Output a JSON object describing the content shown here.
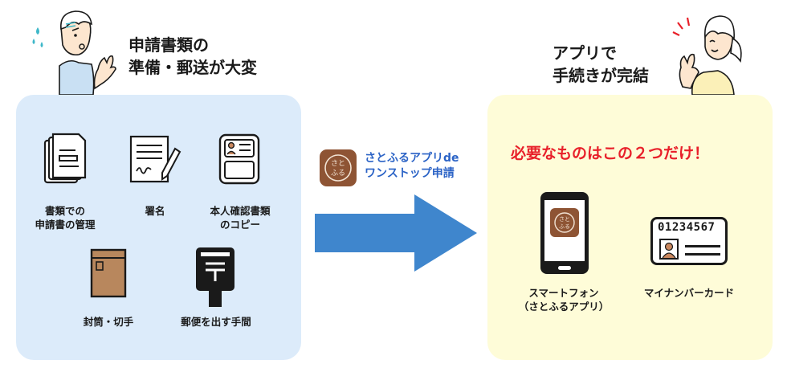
{
  "left": {
    "heading": [
      "申請書類の",
      "準備・郵送が大変"
    ],
    "items": [
      {
        "icon": "documents-icon",
        "label": [
          "書類での",
          "申請書の管理"
        ]
      },
      {
        "icon": "signature-icon",
        "label": [
          "署名"
        ]
      },
      {
        "icon": "id-copy-icon",
        "label": [
          "本人確認書類",
          "のコピー"
        ]
      },
      {
        "icon": "envelope-stamp-icon",
        "label": [
          "封筒・切手"
        ]
      },
      {
        "icon": "mailbox-icon",
        "label": [
          "郵便を出す手間"
        ]
      }
    ]
  },
  "middle": {
    "app_label": [
      "さとふるアプリde",
      "ワンストップ申請"
    ],
    "app_icon_text": "さとふる"
  },
  "right": {
    "heading": [
      "アプリで",
      "手続きが完結"
    ],
    "emphasis": "必要なものはこの２つだけ！",
    "items": [
      {
        "icon": "smartphone-icon",
        "label": [
          "スマートフォン",
          "（さとふるアプリ）"
        ]
      },
      {
        "icon": "my-number-card-icon",
        "label": [
          "マイナンバーカード"
        ]
      }
    ],
    "card_number": "01234567"
  },
  "colors": {
    "left_panel": "#dcebfa",
    "right_panel": "#fefcd8",
    "arrow": "#3f86cd",
    "accent_red": "#e8202a",
    "app_blue": "#2b63c6",
    "app_brown": "#8e5434",
    "skin": "#fde6cf",
    "shirt_left": "#c9e0f3",
    "shirt_right": "#fbf0b8",
    "envelope": "#b8875d"
  }
}
